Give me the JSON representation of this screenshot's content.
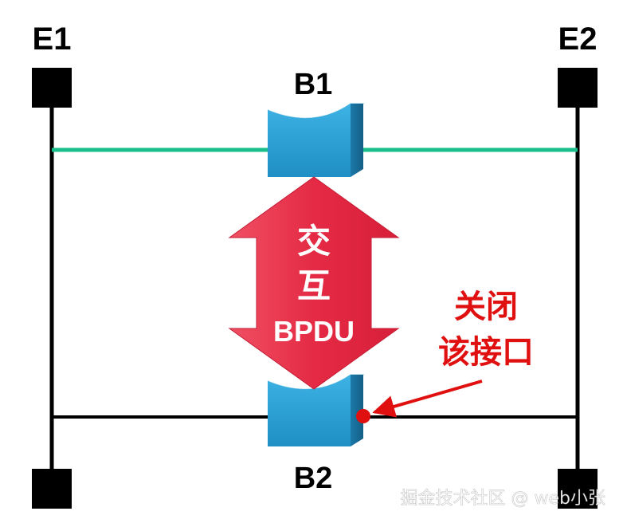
{
  "labels": {
    "e1": "E1",
    "e2": "E2",
    "b1": "B1",
    "b2": "B2"
  },
  "arrow": {
    "line1": "交",
    "line2": "互",
    "line3": "BPDU"
  },
  "callout": {
    "line1": "关闭",
    "line2": "该接口"
  },
  "watermark": "掘金技术社区 @ web小张",
  "colors": {
    "segment_top": "#1bbf8c",
    "segment_bottom": "#000000",
    "bridge": "#2ea3d6",
    "arrow": "#e8384e",
    "callout": "#e01010"
  }
}
